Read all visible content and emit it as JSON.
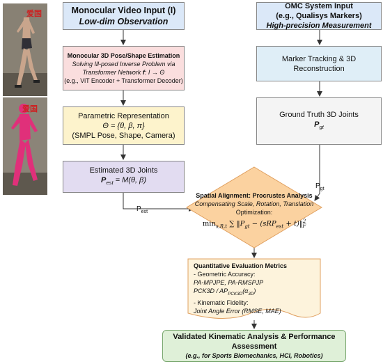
{
  "photos": {
    "top_overlay": "爱国",
    "bottom_overlay": "爱国"
  },
  "video_input": {
    "title": "Monocular Video Input (I)",
    "subtitle": "Low-dim Observation"
  },
  "pose_estimation": {
    "title": "Monocular 3D Pose/Shape Estimation",
    "line1": "Solving Ill-posed Inverse Problem via",
    "line2_prefix": "Transformer Network ",
    "line2_symbol": "f",
    "line2_suffix": ": I → Θ",
    "line3": "(e.g., ViT Encoder + Transformer Decoder)"
  },
  "parametric": {
    "title": "Parametric Representation",
    "formula": "Θ = {θ, β, π}",
    "detail": "(SMPL Pose, Shape, Camera)"
  },
  "estimated_joints": {
    "title": "Estimated 3D Joints",
    "formula_p": "P",
    "formula_sub": "est",
    "formula_rest": " = M(θ, β)"
  },
  "omc_input": {
    "title": "OMC System Input",
    "line2": "(e.g., Qualisys Markers)",
    "subtitle": "High-precision Measurement"
  },
  "marker_tracking": {
    "line1": "Marker Tracking & 3D",
    "line2": "Reconstruction"
  },
  "ground_truth": {
    "title": "Ground Truth 3D Joints",
    "p": "P",
    "sub": "gt"
  },
  "edge_labels": {
    "pest_p": "P",
    "pest_sub": "est",
    "pgt_p": "P",
    "pgt_sub": "gt"
  },
  "alignment": {
    "title": "Spatial Alignment: Procrustes Analysis",
    "line1": "Compensating Scale, Rotation, Translation",
    "line2": "Optimization:"
  },
  "metrics": {
    "title": "Quantitative Evaluation Metrics",
    "item1": "- Geometric Accuracy:",
    "item2": "PA-MPJPE, PA-RMSPJP",
    "item3_a": "PCK3D / AP",
    "item3_sub": "PCK3D",
    "item3_b": "(α",
    "item3_sub2": "3D",
    "item3_c": ")",
    "item4": "- Kinematic Fidelity:",
    "item5": "Joint Angle Error (RMSE, MAE)"
  },
  "validated": {
    "line1": "Validated Kinematic Analysis & Performance",
    "line2": "Assessment",
    "line3": "(e.g., for Sports Biomechanics, HCI, Robotics)"
  },
  "colors": {
    "blue_fill": "#dbe8f8",
    "teal_fill": "#dfeef7",
    "pink_fill": "#fadede",
    "yellow_fill": "#fdf3cc",
    "purple_fill": "#e2dcf1",
    "gray_fill": "#f4f4f4",
    "orange_fill": "#fbd2a0",
    "green_fill": "#dff0d8",
    "magenta": "#e0307a"
  }
}
